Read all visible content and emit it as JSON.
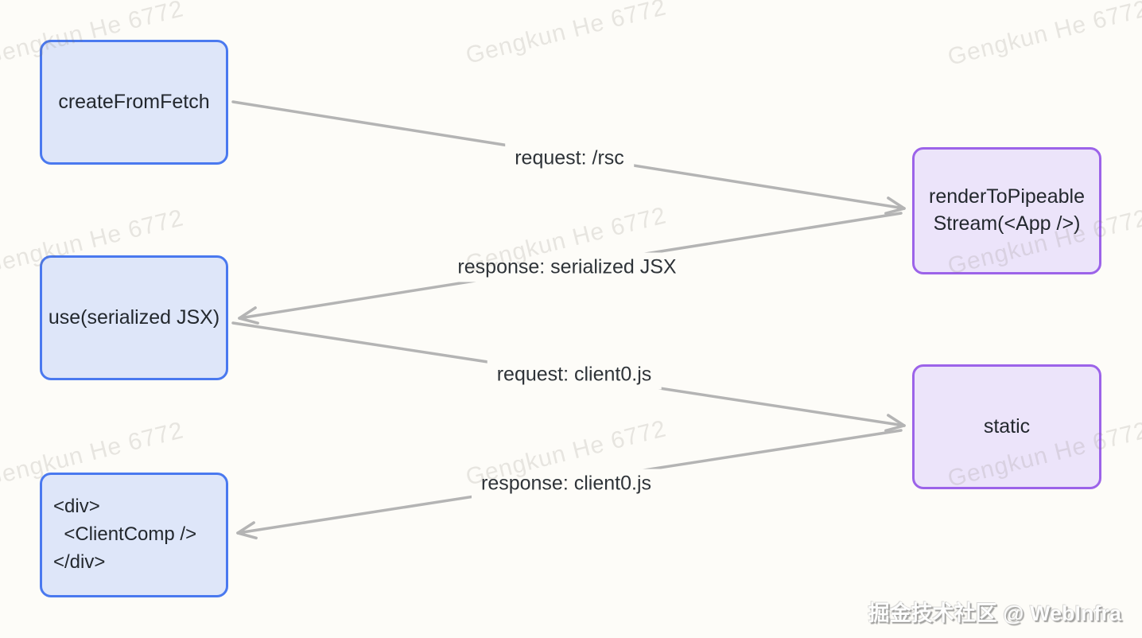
{
  "diagram": {
    "nodes": [
      {
        "id": "create-from-fetch",
        "label": "createFromFetch",
        "role": "client",
        "border_color": "#4a79ef",
        "fill_color": "#dee6f9"
      },
      {
        "id": "render-to-pipeable-stream",
        "label": "renderToPipeableStream(<App />)",
        "role": "server",
        "border_color": "#9c63e9",
        "fill_color": "#ece4fa"
      },
      {
        "id": "use-serialized-jsx",
        "label": "use(serialized JSX)",
        "role": "client",
        "border_color": "#4a79ef",
        "fill_color": "#dee6f9"
      },
      {
        "id": "static",
        "label": "static",
        "role": "server",
        "border_color": "#9c63e9",
        "fill_color": "#ece4fa"
      },
      {
        "id": "client-comp-markup",
        "label": "<div>\n  <ClientComp />\n</div>",
        "role": "client",
        "border_color": "#4a79ef",
        "fill_color": "#dee6f9"
      }
    ],
    "edges": [
      {
        "label": "request: /rsc",
        "from": "create-from-fetch",
        "to": "render-to-pipeable-stream"
      },
      {
        "label": "response: serialized JSX",
        "from": "render-to-pipeable-stream",
        "to": "use-serialized-jsx"
      },
      {
        "label": "request: client0.js",
        "from": "use-serialized-jsx",
        "to": "static"
      },
      {
        "label": "response: client0.js",
        "from": "static",
        "to": "client-comp-markup"
      }
    ],
    "arrow_color": "#b4b4b4",
    "background_color": "#fdfcf8"
  },
  "watermark": {
    "text": "Gengkun He 6772"
  },
  "credit": {
    "text": "掘金技术社区 @ WebInfra"
  }
}
